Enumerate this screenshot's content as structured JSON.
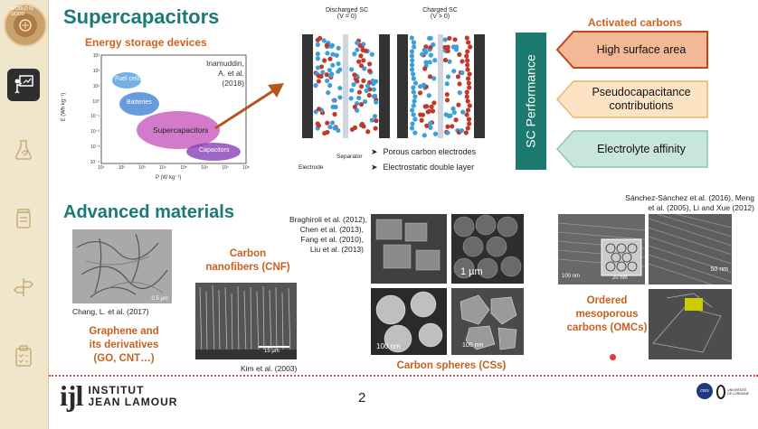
{
  "sidebar": {
    "logo_text": "WORLD IS GOOD",
    "items": [
      {
        "icon": "badge-logo-icon"
      },
      {
        "icon": "presentation-icon",
        "active": true
      },
      {
        "icon": "flask-leaf-icon"
      },
      {
        "icon": "jar-icon"
      },
      {
        "icon": "signpost-icon"
      },
      {
        "icon": "clipboard-icon"
      }
    ]
  },
  "slide": {
    "title": "Supercapacitors",
    "energy_subtitle": "Energy storage devices",
    "ragone": {
      "citation": "Inamuddin, A. et al. (2018)",
      "ylabel": "E (Wh kg⁻¹)",
      "xlabel": "P (W kg⁻¹)",
      "y_ticks": [
        "10³",
        "10²",
        "10¹",
        "10⁰",
        "10⁻¹",
        "10⁻²",
        "10⁻³",
        "10⁻⁴"
      ],
      "x_ticks": [
        "10¹",
        "10²",
        "10³",
        "10⁴",
        "10⁵",
        "10⁶",
        "10⁷",
        "10⁸"
      ],
      "regions": [
        "Fuel cells",
        "Batteries",
        "Supercapacitors",
        "Capacitors"
      ]
    },
    "sc_diagram": {
      "discharged": "Discharged SC\n(V = 0)",
      "charged": "Charged SC\n(V > 0)",
      "separator": "Separator",
      "electrode": "Electrode",
      "bullets": [
        "Porous carbon electrodes",
        "Electrostatic double layer"
      ],
      "bullet_glyph": "➤"
    },
    "performance": {
      "heading": "Activated carbons",
      "vertical_label": "SC Performance",
      "items": [
        {
          "label": "High surface area",
          "color": "#f3b896",
          "border": "#c0451b"
        },
        {
          "label": "Pseudocapacitance\ncontributions",
          "color": "#fbe3c4",
          "border": "#e8b46c"
        },
        {
          "label": "Electrolyte affinity",
          "color": "#c9e6de",
          "border": "#8fc4b4"
        }
      ]
    },
    "advanced_title": "Advanced materials",
    "graphene": {
      "citation": "Chang, L. et al. (2017)",
      "label": "Graphene and\nits derivatives\n(GO, CNT…)",
      "scale": "0.5 µm"
    },
    "cnf": {
      "label": "Carbon\nnanofibers (CNF)",
      "citation": "Kim et al. (2003)",
      "scale": "15 µm"
    },
    "spheres": {
      "citation": "Braghiroli et al. (2012),\nChen et al. (2013),\nFang et al. (2010),\nLiu et al. (2013)",
      "label": "Carbon spheres (CSs)",
      "scale1": "1 µm",
      "scale2": "100 nm",
      "scale3": "100 nm"
    },
    "omc": {
      "citation": "Sánchez-Sánchez et al. (2016), Meng\net al. (2005), Li and Xue (2012)",
      "label": "Ordered\nmesoporous\ncarbons (OMCs)",
      "scale1": "100 nm",
      "scale2": "20 nm",
      "scale3": "50 nm"
    },
    "footer": {
      "logo_main": "ijl",
      "institute_line1": "INSTITUT",
      "institute_line2": "JEAN LAMOUR",
      "page_number": "2",
      "right_logo": "UNIVERSITÉ\nDE LORRAINE",
      "cnrs": "cnrs"
    }
  }
}
